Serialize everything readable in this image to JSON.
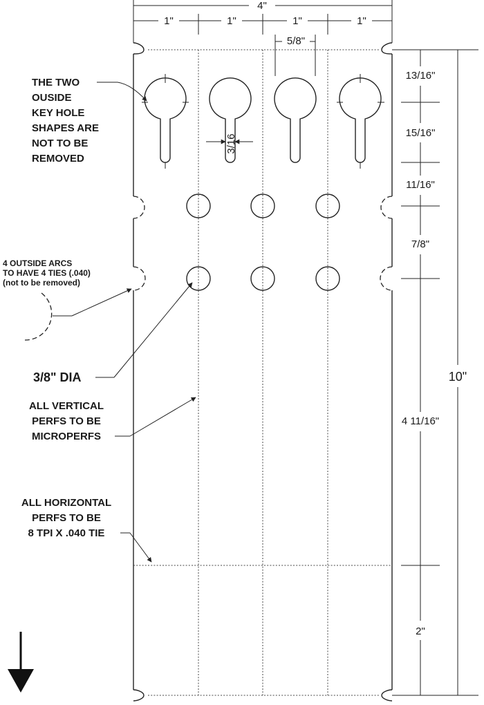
{
  "dimensions": {
    "overall_width": "4\"",
    "column_widths": [
      "1\"",
      "1\"",
      "1\"",
      "1\""
    ],
    "keyhole_spacing": "5/8\"",
    "slot_width": "3/16",
    "vertical": [
      "13/16\"",
      "15/16\"",
      "11/16\"",
      "7/8\"",
      "4 11/16\"",
      "2\""
    ],
    "overall_height": "10\""
  },
  "notes": {
    "keyholes": [
      "THE TWO",
      "OUSIDE",
      "KEY HOLE",
      "SHAPES ARE",
      "NOT TO BE",
      "REMOVED"
    ],
    "arcs": [
      "4 OUTSIDE ARCS",
      "TO HAVE 4 TIES (.040)",
      "(not to be removed)"
    ],
    "hole_dia": "3/8\" DIA",
    "vertical_perfs": [
      "ALL VERTICAL",
      "PERFS TO BE",
      "MICROPERFS"
    ],
    "horizontal_perfs": [
      "ALL HORIZONTAL",
      "PERFS TO BE",
      "8 TPI X .040 TIE"
    ]
  }
}
